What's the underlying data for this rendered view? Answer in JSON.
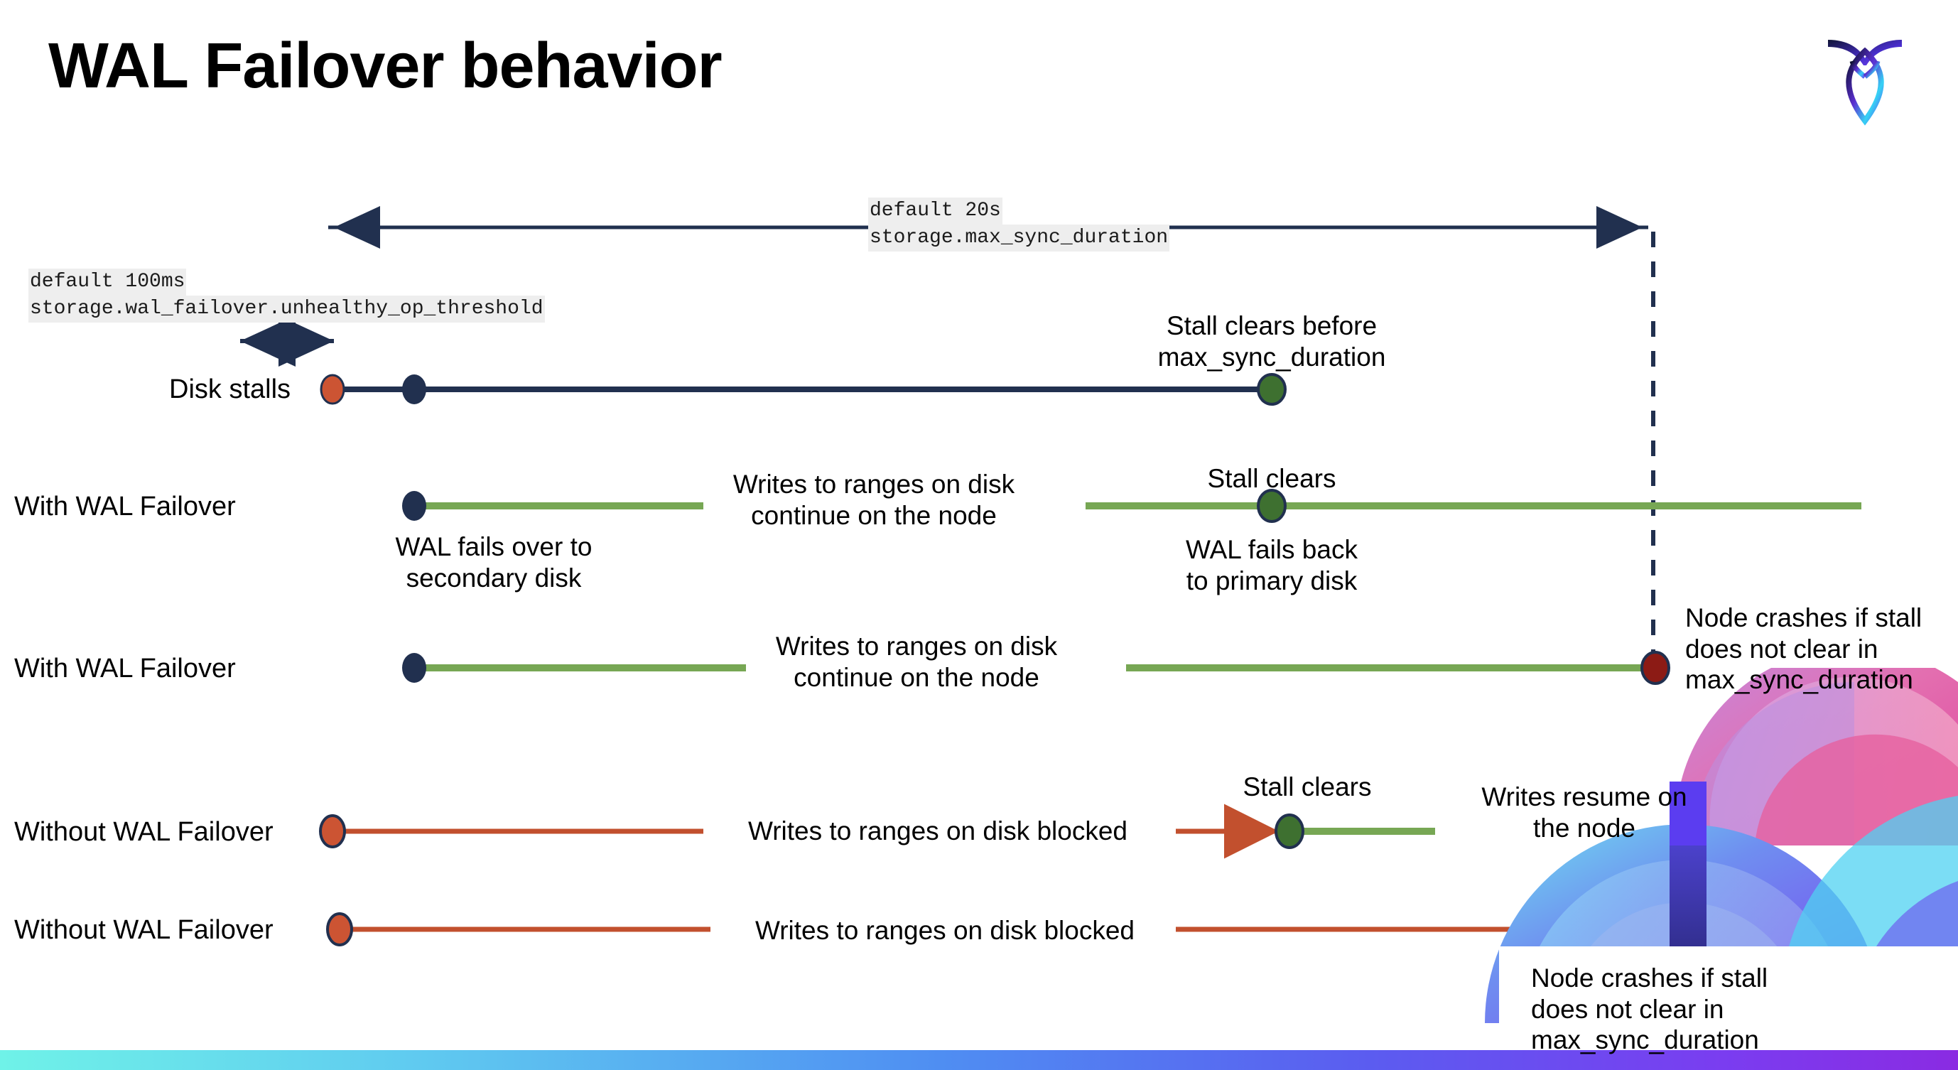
{
  "slide": {
    "title": "WAL Failover behavior",
    "logo_name": "cockroachdb-logo"
  },
  "callouts": {
    "max_sync": {
      "default_line": "default 20s",
      "setting_line": "storage.max_sync_duration"
    },
    "unhealthy_op": {
      "default_line": "default 100ms",
      "setting_line": "storage.wal_failover.unhealthy_op_threshold"
    }
  },
  "rows": [
    {
      "label": "Disk stalls"
    },
    {
      "label": "With WAL Failover"
    },
    {
      "label": "With WAL Failover"
    },
    {
      "label": "Without WAL Failover"
    },
    {
      "label": "Without WAL Failover"
    }
  ],
  "annotations": {
    "stall_clears_before": "Stall clears before\nmax_sync_duration",
    "stall_clears_before_l1": "Stall clears before",
    "stall_clears_before_l2": "max_sync_duration",
    "writes_continue_l1": "Writes to ranges on disk",
    "writes_continue_l2": "continue on the node",
    "stall_clears": "Stall clears",
    "wal_fails_over_l1": "WAL fails over to",
    "wal_fails_over_l2": "secondary disk",
    "wal_fails_back_l1": "WAL fails  back",
    "wal_fails_back_l2": "to primary disk",
    "node_crashes_l1": "Node crashes if stall",
    "node_crashes_l2": "does not clear in",
    "node_crashes_l3": "max_sync_duration",
    "writes_blocked": "Writes to ranges on disk  blocked",
    "writes_resume_l1": "Writes resume on",
    "writes_resume_l2": "the node"
  },
  "colors": {
    "navy": "#21304f",
    "green_line": "#77a754",
    "green_dot": "#3e7030",
    "orange_dot": "#cc5433",
    "orange_line": "#c2502e",
    "dark_red_dot": "#8c1b15",
    "code_bg": "#eeeeee"
  }
}
